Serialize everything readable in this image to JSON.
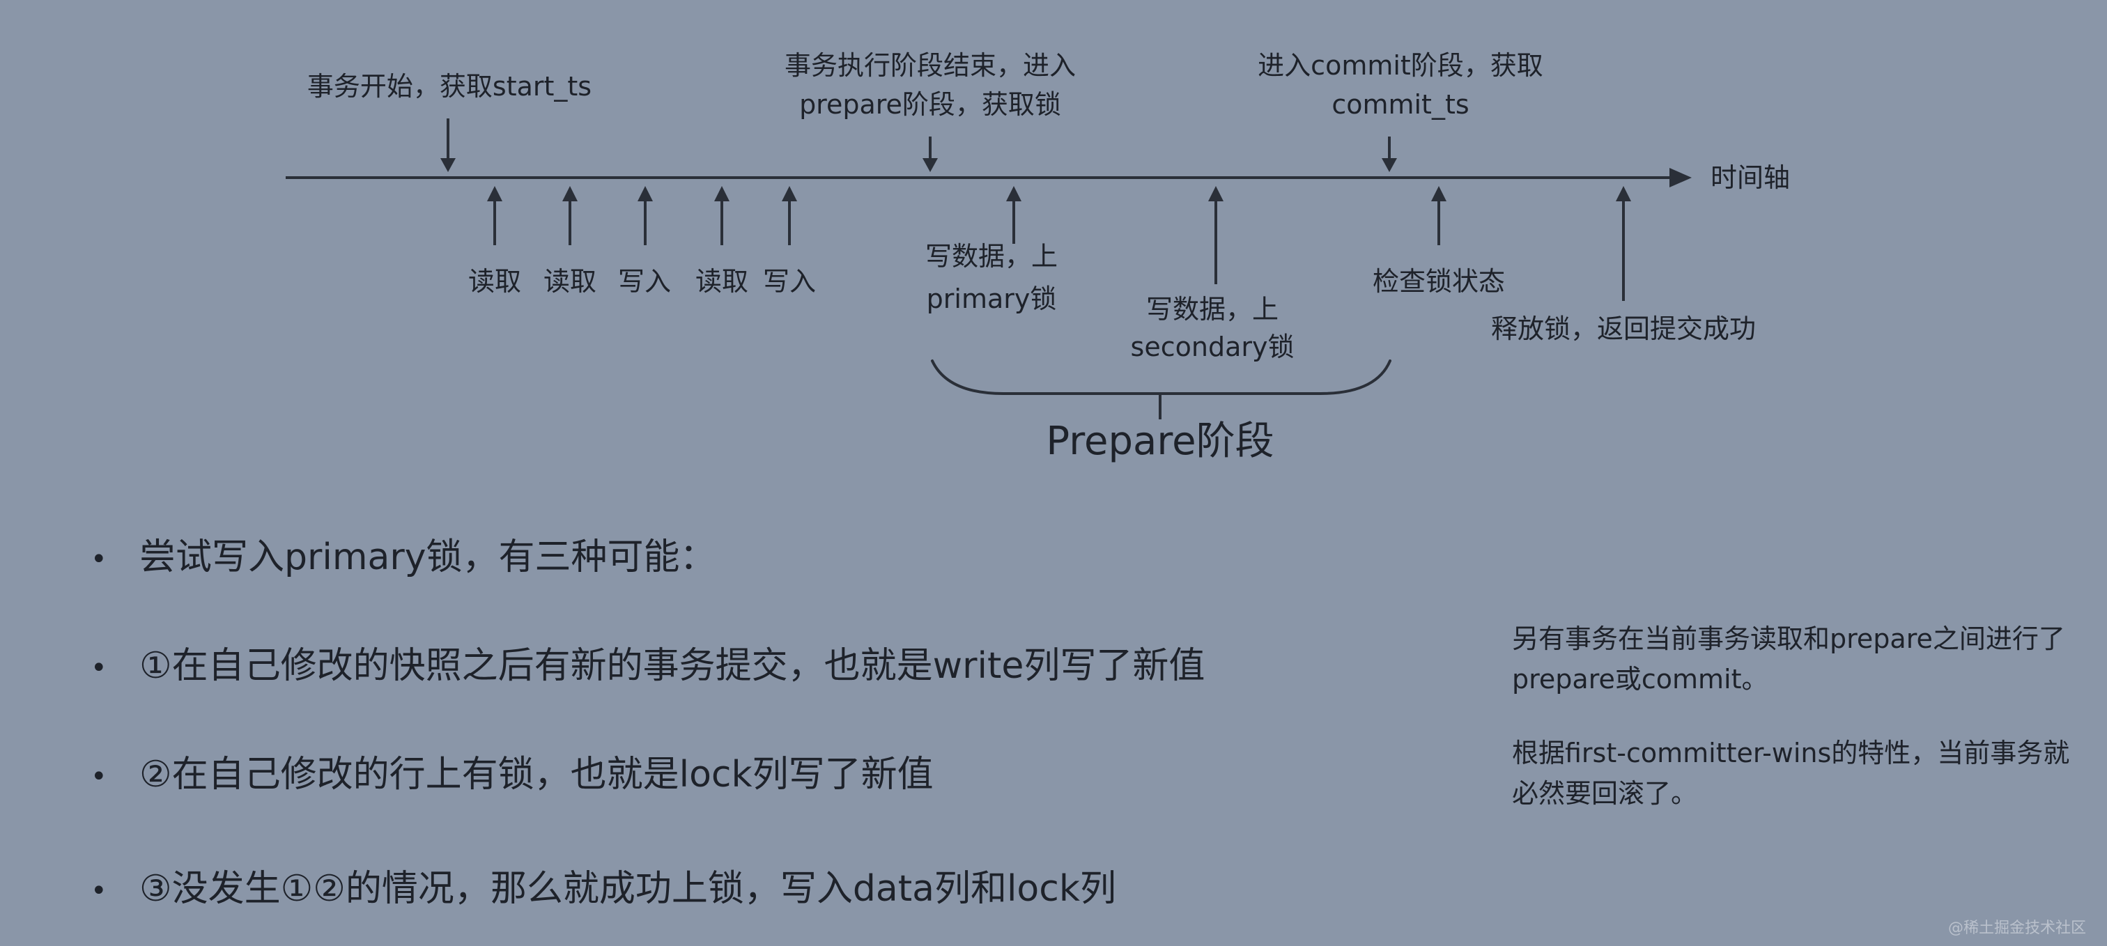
{
  "timeline": {
    "axis_label": "时间轴",
    "top_labels": {
      "start": "事务开始，获取start_ts",
      "prepare_line1": "事务执行阶段结束，进入",
      "prepare_line2": "prepare阶段，获取锁",
      "commit_line1": "进入commit阶段，获取",
      "commit_line2": "commit_ts"
    },
    "bottom_labels": {
      "read1": "读取",
      "read2": "读取",
      "write1": "写入",
      "read3": "读取",
      "write2": "写入",
      "primary_line1": "写数据，上",
      "primary_line2": "primary锁",
      "secondary_line1": "写数据，上",
      "secondary_line2": "secondary锁",
      "check_lock": "检查锁状态",
      "release": "释放锁，返回提交成功"
    },
    "phase_label": "Prepare阶段"
  },
  "bullets": [
    "尝试写入primary锁，有三种可能：",
    "①在自己修改的快照之后有新的事务提交，也就是write列写了新值",
    "②在自己修改的行上有锁，也就是lock列写了新值",
    "③没发生①②的情况，那么就成功上锁，写入data列和lock列"
  ],
  "bullet_symbol": "•",
  "note": {
    "paragraph1": "另有事务在当前事务读取和prepare之间进行了prepare或commit。",
    "paragraph2": "根据first-committer-wins的特性，当前事务就必然要回滚了。"
  },
  "watermark": "@稀土掘金技术社区",
  "colors": {
    "background": "#8a96a8",
    "text": "#1e222a",
    "line": "#2a2f38"
  }
}
